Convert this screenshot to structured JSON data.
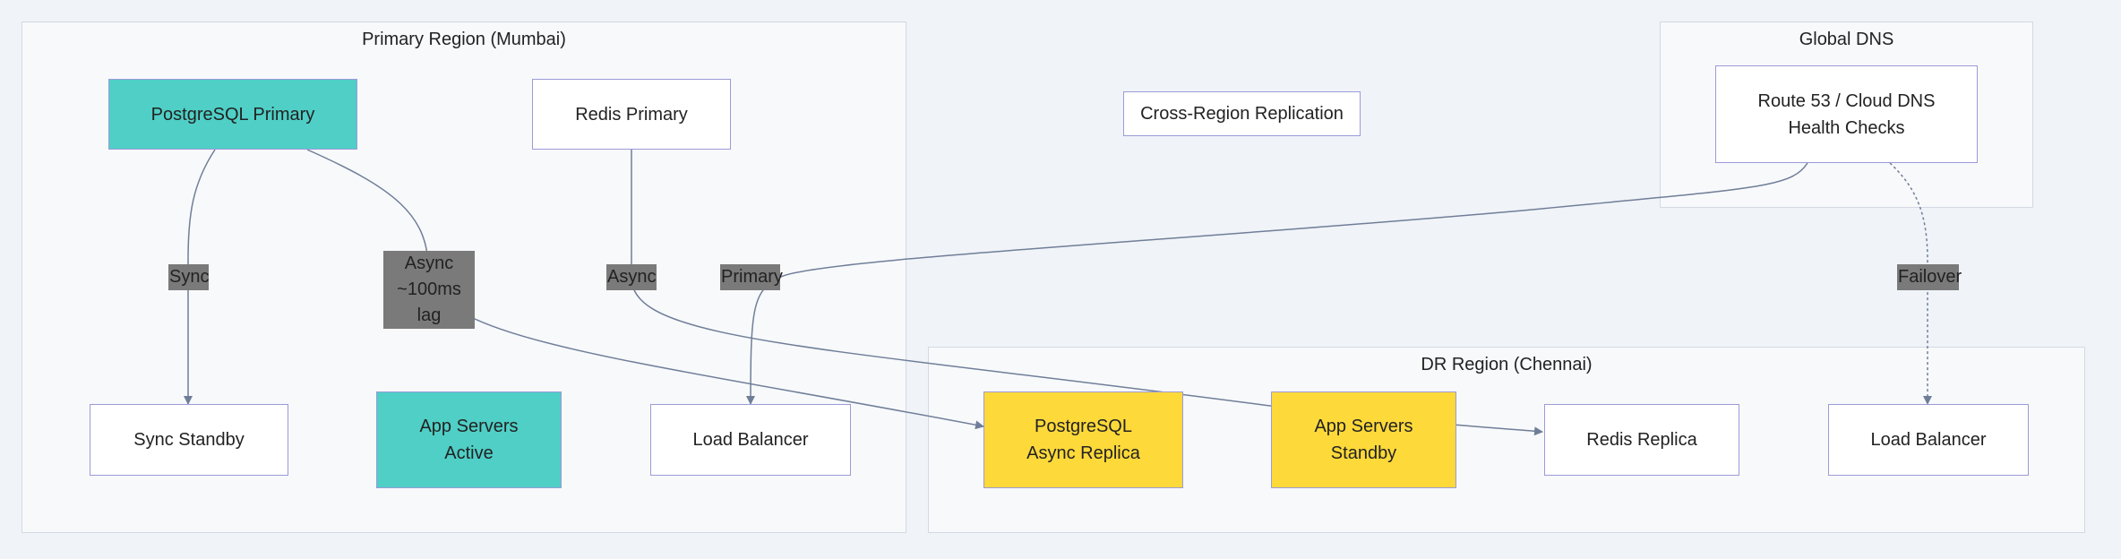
{
  "regions": {
    "primary": "Primary Region (Mumbai)",
    "dns": "Global DNS",
    "dr": "DR Region (Chennai)"
  },
  "nodes": {
    "pg_primary": "PostgreSQL Primary",
    "redis_primary": "Redis Primary",
    "cross_region": "Cross-Region Replication",
    "route53": "Route 53 / Cloud DNS\nHealth Checks",
    "sync_standby": "Sync Standby",
    "app_active": "App Servers\nActive",
    "lb_primary": "Load Balancer",
    "pg_replica": "PostgreSQL\nAsync Replica",
    "app_standby": "App Servers\nStandby",
    "redis_replica": "Redis Replica",
    "lb_dr": "Load Balancer"
  },
  "edge_labels": {
    "sync": "Sync",
    "async_lag": "Async\n~100ms lag",
    "async": "Async",
    "primary": "Primary",
    "failover": "Failover"
  },
  "colors": {
    "active": "#4fcfc6",
    "standby": "#fed93a",
    "node_border": "#9b9bd8",
    "edge": "#6f7e98",
    "label_bg": "#7a7a7a"
  }
}
